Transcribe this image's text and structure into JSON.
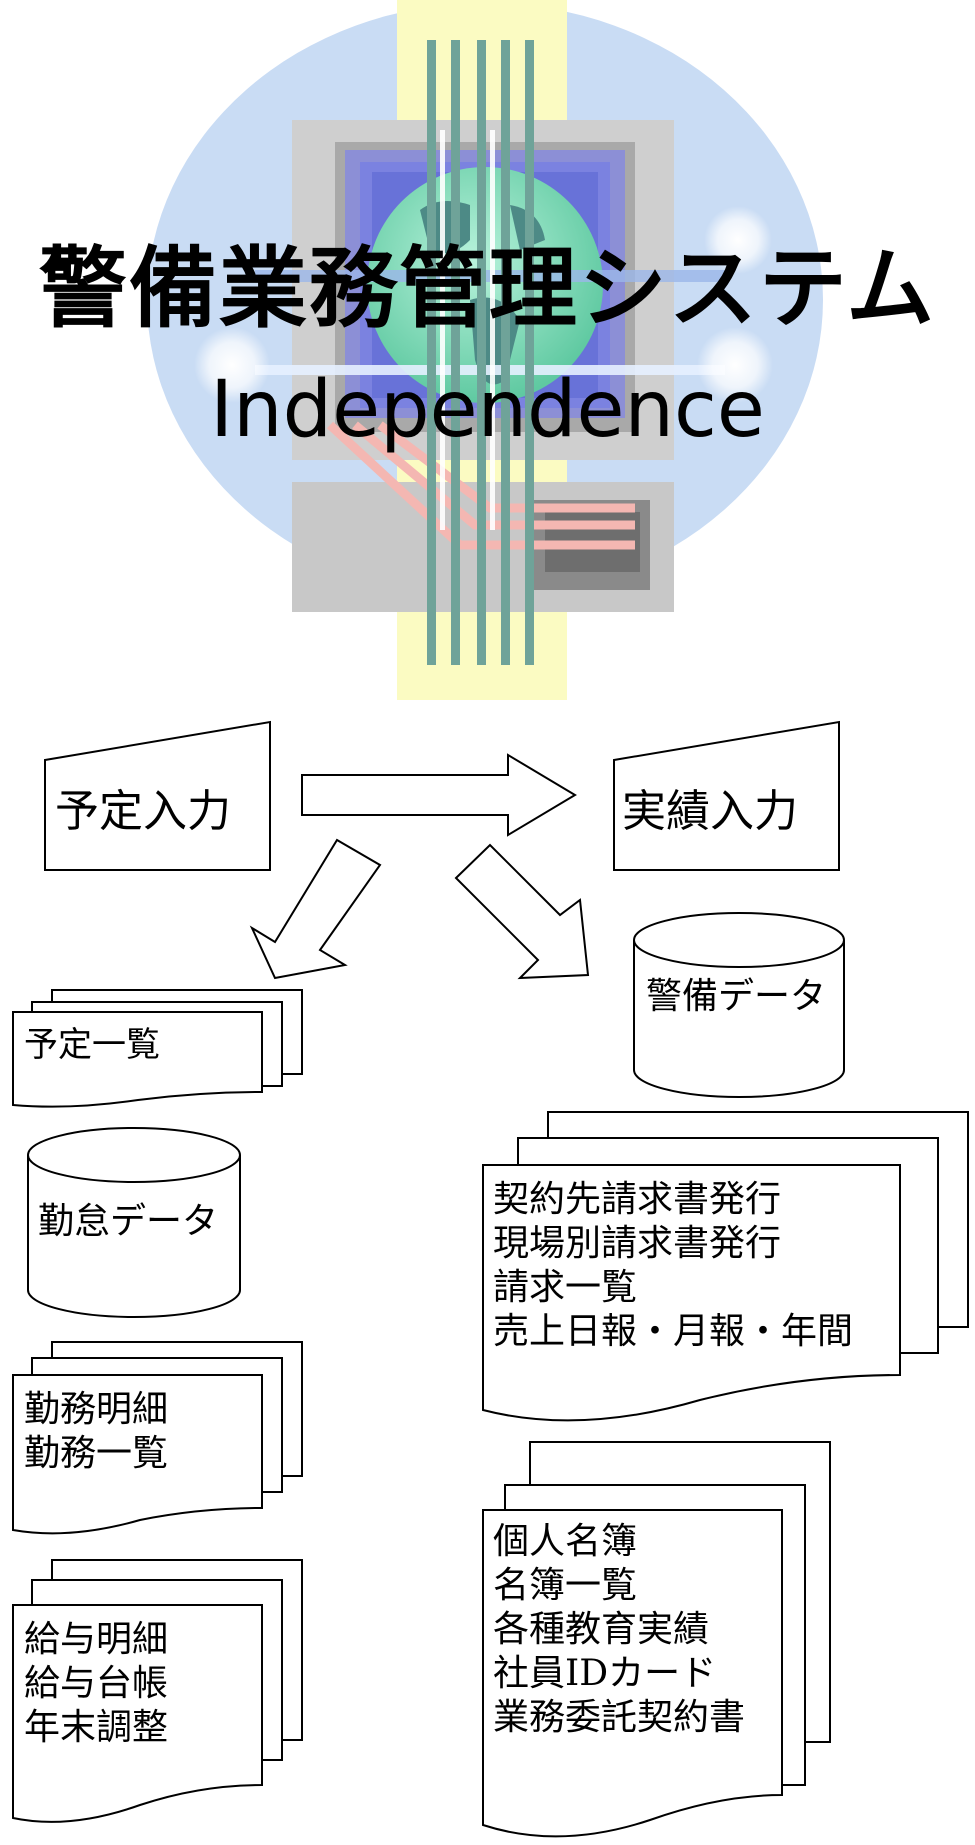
{
  "header": {
    "title": "警備業務管理システム",
    "subtitle": "Independence"
  },
  "flow": {
    "schedule_input": "予定入力",
    "actual_input": "実績入力"
  },
  "outputs": {
    "schedule_list": "予定一覧",
    "attendance_data": "勤怠データ",
    "security_data": "警備データ",
    "work_reports": [
      "勤務明細",
      "勤務一覧"
    ],
    "payroll_reports": [
      "給与明細",
      "給与台帳",
      "年末調整"
    ],
    "billing_reports": [
      "契約先請求書発行",
      "現場別請求書発行",
      "請求一覧",
      "売上日報・月報・年間"
    ],
    "personnel_reports": [
      "個人名簿",
      "名簿一覧",
      "各種教育実績",
      "社員IDカード",
      "業務委託契約書"
    ]
  },
  "colors": {
    "circle_bg": "#c9dcf4",
    "beam_yellow": "#fbfbc2",
    "stripe_teal": "#6fa399",
    "monitor_gray": "#c8c8c8",
    "globe_green": "#7fdcb8",
    "cable_pink": "#f4b7b2"
  },
  "icons": [
    "computer-globe-clipart"
  ]
}
